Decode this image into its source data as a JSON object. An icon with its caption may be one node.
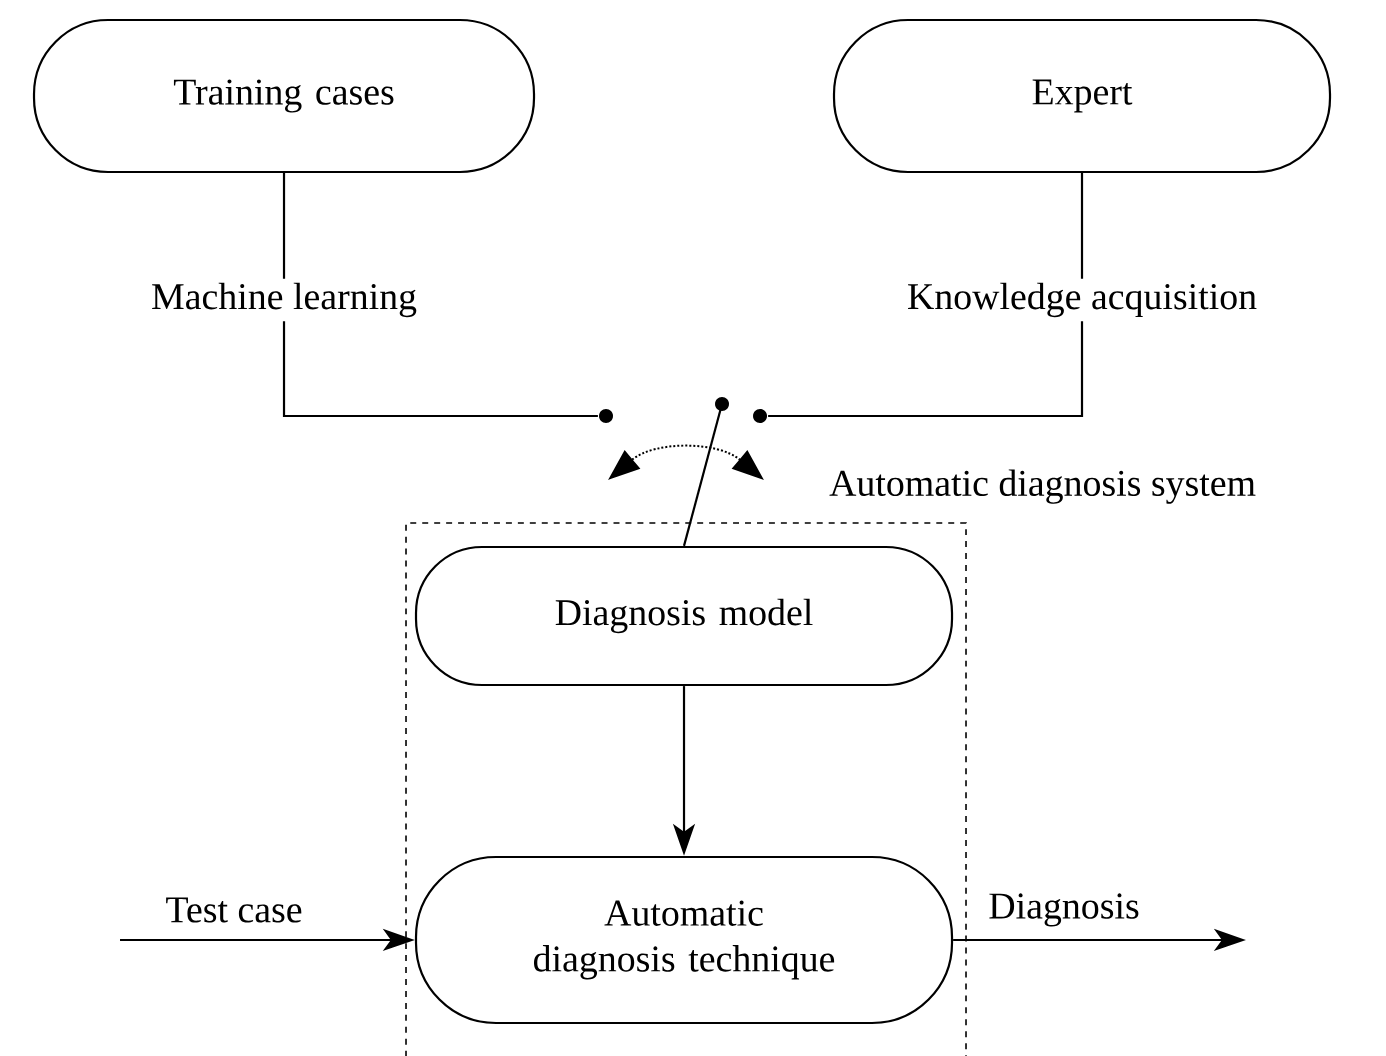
{
  "diagram": {
    "nodes": [
      {
        "text": [
          "Training cases"
        ]
      },
      {
        "text": [
          "Expert"
        ]
      },
      {
        "text": [
          "Automatic diagnosis system"
        ]
      },
      {
        "text": [
          "Diagnosis model"
        ],
        "in": 2
      },
      {
        "text": [
          "Automatic diagnosis technique"
        ],
        "in": 2
      },
      {
        "text": [],
        "shape": "circle"
      },
      {
        "text": [],
        "shape": "circle"
      },
      {
        "text": [],
        "shape": "circle"
      }
    ],
    "edges": [
      {
        "from": 0,
        "to": 5,
        "arrow": "none",
        "label": "Machine learning"
      },
      {
        "from": 1,
        "to": 7,
        "arrow": "none",
        "label": "Knowledge acquisition"
      },
      {
        "from": 3,
        "to": 6,
        "arrow": "none"
      },
      {
        "from": 3,
        "to": 4,
        "arrow": "to"
      },
      {
        "from": null,
        "to": 4,
        "arrow": "to",
        "label": "Test case"
      },
      {
        "from": 4,
        "to": null,
        "arrow": "to",
        "label": "Diagnosis"
      }
    ]
  }
}
